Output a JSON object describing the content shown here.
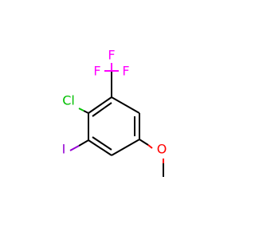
{
  "molecule": {
    "atoms": {
      "f_top": "F",
      "f_left": "F",
      "f_right": "F",
      "cl": "Cl",
      "iodine": "I",
      "oxygen": "O"
    },
    "colors": {
      "bond": "#000000",
      "fluorine": "#ff00ff",
      "chlorine": "#00bf00",
      "iodine": "#9400d3",
      "oxygen": "#ff0000"
    }
  }
}
